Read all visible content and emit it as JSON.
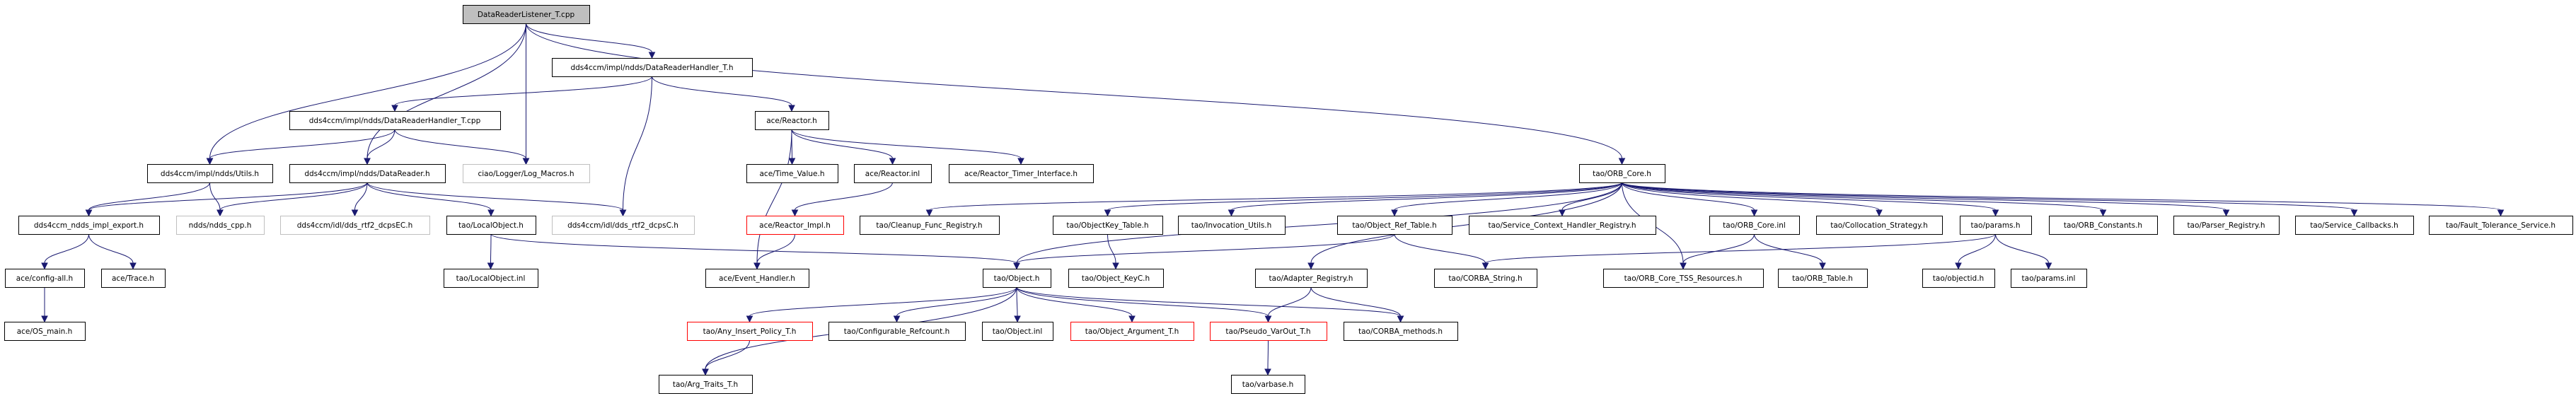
{
  "title": "DataReaderListener_T.cpp include dependency graph",
  "colors": {
    "edge": "#191970",
    "root_fill": "#bfbfbf",
    "external_border": "#bfbfbf",
    "truncated_border": "#ff0000",
    "normal_border": "#000000"
  },
  "nodes": [
    {
      "id": "root",
      "label": "DataReaderListener_T.cpp",
      "kind": "root"
    },
    {
      "id": "drh_h",
      "label": "dds4ccm/impl/ndds/DataReaderHandler_T.h",
      "kind": "normal"
    },
    {
      "id": "drh_cpp",
      "label": "dds4ccm/impl/ndds/DataReaderHandler_T.cpp",
      "kind": "normal"
    },
    {
      "id": "reactor_h",
      "label": "ace/Reactor.h",
      "kind": "normal"
    },
    {
      "id": "utils_h",
      "label": "dds4ccm/impl/ndds/Utils.h",
      "kind": "normal"
    },
    {
      "id": "datareader_h",
      "label": "dds4ccm/impl/ndds/DataReader.h",
      "kind": "normal"
    },
    {
      "id": "log_macros",
      "label": "ciao/Logger/Log_Macros.h",
      "kind": "external"
    },
    {
      "id": "time_value",
      "label": "ace/Time_Value.h",
      "kind": "normal"
    },
    {
      "id": "reactor_inl",
      "label": "ace/Reactor.inl",
      "kind": "normal"
    },
    {
      "id": "reactor_timer",
      "label": "ace/Reactor_Timer_Interface.h",
      "kind": "normal"
    },
    {
      "id": "orb_core_h",
      "label": "tao/ORB_Core.h",
      "kind": "normal"
    },
    {
      "id": "impl_export",
      "label": "dds4ccm_ndds_impl_export.h",
      "kind": "normal"
    },
    {
      "id": "ndds_cpp",
      "label": "ndds/ndds_cpp.h",
      "kind": "external"
    },
    {
      "id": "dcpsEC",
      "label": "dds4ccm/idl/dds_rtf2_dcpsEC.h",
      "kind": "external"
    },
    {
      "id": "localobject_h",
      "label": "tao/LocalObject.h",
      "kind": "normal"
    },
    {
      "id": "dcpsC",
      "label": "dds4ccm/idl/dds_rtf2_dcpsC.h",
      "kind": "external"
    },
    {
      "id": "reactor_impl",
      "label": "ace/Reactor_Impl.h",
      "kind": "truncated"
    },
    {
      "id": "cleanup_func",
      "label": "tao/Cleanup_Func_Registry.h",
      "kind": "normal"
    },
    {
      "id": "objectkey_table",
      "label": "tao/ObjectKey_Table.h",
      "kind": "normal"
    },
    {
      "id": "invocation_utils",
      "label": "tao/Invocation_Utils.h",
      "kind": "normal"
    },
    {
      "id": "object_ref_table",
      "label": "tao/Object_Ref_Table.h",
      "kind": "normal"
    },
    {
      "id": "service_ctx",
      "label": "tao/Service_Context_Handler_Registry.h",
      "kind": "normal"
    },
    {
      "id": "orb_core_inl",
      "label": "tao/ORB_Core.inl",
      "kind": "normal"
    },
    {
      "id": "collocation",
      "label": "tao/Collocation_Strategy.h",
      "kind": "normal"
    },
    {
      "id": "params_h",
      "label": "tao/params.h",
      "kind": "normal"
    },
    {
      "id": "orb_constants",
      "label": "tao/ORB_Constants.h",
      "kind": "normal"
    },
    {
      "id": "parser_registry",
      "label": "tao/Parser_Registry.h",
      "kind": "normal"
    },
    {
      "id": "service_callbacks",
      "label": "tao/Service_Callbacks.h",
      "kind": "normal"
    },
    {
      "id": "fault_tolerance",
      "label": "tao/Fault_Tolerance_Service.h",
      "kind": "normal"
    },
    {
      "id": "config_all",
      "label": "ace/config-all.h",
      "kind": "normal"
    },
    {
      "id": "trace_h",
      "label": "ace/Trace.h",
      "kind": "normal"
    },
    {
      "id": "localobject_inl",
      "label": "tao/LocalObject.inl",
      "kind": "normal"
    },
    {
      "id": "event_handler",
      "label": "ace/Event_Handler.h",
      "kind": "normal"
    },
    {
      "id": "object_h",
      "label": "tao/Object.h",
      "kind": "normal"
    },
    {
      "id": "object_keyc",
      "label": "tao/Object_KeyC.h",
      "kind": "normal"
    },
    {
      "id": "adapter_registry",
      "label": "tao/Adapter_Registry.h",
      "kind": "normal"
    },
    {
      "id": "corba_string",
      "label": "tao/CORBA_String.h",
      "kind": "normal"
    },
    {
      "id": "tss_resources",
      "label": "tao/ORB_Core_TSS_Resources.h",
      "kind": "normal"
    },
    {
      "id": "orb_table",
      "label": "tao/ORB_Table.h",
      "kind": "normal"
    },
    {
      "id": "objectid",
      "label": "tao/objectid.h",
      "kind": "normal"
    },
    {
      "id": "params_inl",
      "label": "tao/params.inl",
      "kind": "normal"
    },
    {
      "id": "os_main",
      "label": "ace/OS_main.h",
      "kind": "normal"
    },
    {
      "id": "any_insert",
      "label": "tao/Any_Insert_Policy_T.h",
      "kind": "truncated"
    },
    {
      "id": "config_refcount",
      "label": "tao/Configurable_Refcount.h",
      "kind": "normal"
    },
    {
      "id": "object_inl",
      "label": "tao/Object.inl",
      "kind": "normal"
    },
    {
      "id": "object_argument",
      "label": "tao/Object_Argument_T.h",
      "kind": "truncated"
    },
    {
      "id": "pseudo_varout",
      "label": "tao/Pseudo_VarOut_T.h",
      "kind": "truncated"
    },
    {
      "id": "corba_methods",
      "label": "tao/CORBA_methods.h",
      "kind": "normal"
    },
    {
      "id": "arg_traits",
      "label": "tao/Arg_Traits_T.h",
      "kind": "normal"
    },
    {
      "id": "varbase",
      "label": "tao/varbase.h",
      "kind": "normal"
    }
  ],
  "edges": [
    [
      "root",
      "drh_h"
    ],
    [
      "root",
      "utils_h"
    ],
    [
      "root",
      "datareader_h"
    ],
    [
      "root",
      "log_macros"
    ],
    [
      "root",
      "orb_core_h"
    ],
    [
      "drh_h",
      "drh_cpp"
    ],
    [
      "drh_h",
      "reactor_h"
    ],
    [
      "drh_h",
      "dcpsC"
    ],
    [
      "drh_cpp",
      "utils_h"
    ],
    [
      "drh_cpp",
      "datareader_h"
    ],
    [
      "drh_cpp",
      "log_macros"
    ],
    [
      "reactor_h",
      "time_value"
    ],
    [
      "reactor_h",
      "reactor_inl"
    ],
    [
      "reactor_h",
      "reactor_timer"
    ],
    [
      "reactor_h",
      "event_handler"
    ],
    [
      "reactor_inl",
      "reactor_impl"
    ],
    [
      "reactor_impl",
      "event_handler"
    ],
    [
      "utils_h",
      "impl_export"
    ],
    [
      "utils_h",
      "ndds_cpp"
    ],
    [
      "datareader_h",
      "impl_export"
    ],
    [
      "datareader_h",
      "ndds_cpp"
    ],
    [
      "datareader_h",
      "dcpsEC"
    ],
    [
      "datareader_h",
      "localobject_h"
    ],
    [
      "datareader_h",
      "dcpsC"
    ],
    [
      "impl_export",
      "config_all"
    ],
    [
      "impl_export",
      "trace_h"
    ],
    [
      "config_all",
      "os_main"
    ],
    [
      "localobject_h",
      "localobject_inl"
    ],
    [
      "localobject_h",
      "object_h"
    ],
    [
      "orb_core_h",
      "cleanup_func"
    ],
    [
      "orb_core_h",
      "objectkey_table"
    ],
    [
      "orb_core_h",
      "invocation_utils"
    ],
    [
      "orb_core_h",
      "object_ref_table"
    ],
    [
      "orb_core_h",
      "service_ctx"
    ],
    [
      "orb_core_h",
      "orb_core_inl"
    ],
    [
      "orb_core_h",
      "collocation"
    ],
    [
      "orb_core_h",
      "params_h"
    ],
    [
      "orb_core_h",
      "orb_constants"
    ],
    [
      "orb_core_h",
      "parser_registry"
    ],
    [
      "orb_core_h",
      "service_callbacks"
    ],
    [
      "orb_core_h",
      "fault_tolerance"
    ],
    [
      "orb_core_h",
      "object_h"
    ],
    [
      "orb_core_h",
      "adapter_registry"
    ],
    [
      "orb_core_h",
      "tss_resources"
    ],
    [
      "objectkey_table",
      "object_keyc"
    ],
    [
      "object_ref_table",
      "object_h"
    ],
    [
      "object_ref_table",
      "corba_string"
    ],
    [
      "orb_core_inl",
      "tss_resources"
    ],
    [
      "orb_core_inl",
      "orb_table"
    ],
    [
      "params_h",
      "corba_string"
    ],
    [
      "params_h",
      "objectid"
    ],
    [
      "params_h",
      "params_inl"
    ],
    [
      "adapter_registry",
      "pseudo_varout"
    ],
    [
      "adapter_registry",
      "corba_methods"
    ],
    [
      "object_h",
      "any_insert"
    ],
    [
      "object_h",
      "config_refcount"
    ],
    [
      "object_h",
      "object_inl"
    ],
    [
      "object_h",
      "object_argument"
    ],
    [
      "object_h",
      "pseudo_varout"
    ],
    [
      "object_h",
      "corba_methods"
    ],
    [
      "object_h",
      "arg_traits"
    ],
    [
      "any_insert",
      "arg_traits"
    ],
    [
      "pseudo_varout",
      "varbase"
    ]
  ]
}
